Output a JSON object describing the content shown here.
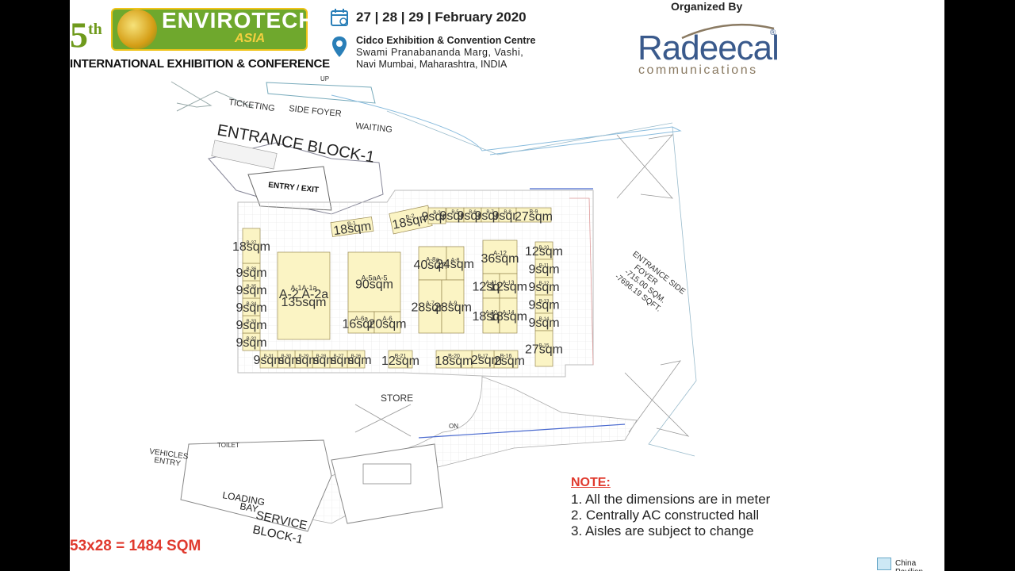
{
  "header": {
    "edition": "5",
    "edition_suffix": "th",
    "event_name": "ENVIROTECH",
    "event_sub": "ASIA",
    "event_tagline": "INTERNATIONAL EXHIBITION & CONFERENCE",
    "dates": "27 | 28 | 29 | February 2020",
    "venue_name": "Cidco Exhibition & Convention Centre",
    "venue_line2": "Swami Pranabananda Marg, Vashi,",
    "venue_line3": "Navi Mumbai, Maharashtra, INDIA",
    "organized_by": "Organized By",
    "organizer_name": "Radeecal",
    "organizer_sub": "communications",
    "organizer_reg": "®"
  },
  "floorplan": {
    "labels": {
      "up": "UP",
      "ticketing": "TICKETING",
      "side_foyer": "SIDE FOYER",
      "waiting": "WAITING",
      "entrance_block": "ENTRANCE BLOCK-1",
      "entry_exit": "ENTRY / EXIT",
      "entrance_side_foyer_1": "ENTRANCE SIDE",
      "entrance_side_foyer_2": "FOYER",
      "entrance_side_foyer_3": "-715.00 SQM.",
      "entrance_side_foyer_4": "-7696.19 SQFT.",
      "store": "STORE",
      "on": "ON",
      "toilet": "TOILET",
      "vehicles_1": "VEHICLES",
      "vehicles_2": "ENTRY",
      "loading": "LOADING",
      "bay": "BAY",
      "service": "SERVICE",
      "block": "BLOCK-1"
    },
    "booths": [
      {
        "id": "B-1",
        "size": "18sqm"
      },
      {
        "id": "B-2",
        "size": "18sqm"
      },
      {
        "id": "B-3",
        "size": "9sqm"
      },
      {
        "id": "B-5",
        "size": "9sqm"
      },
      {
        "id": "B-6",
        "size": "9sqm"
      },
      {
        "id": "B-7",
        "size": "9sqm"
      },
      {
        "id": "B-8",
        "size": "9sqm"
      },
      {
        "id": "B-9",
        "size": "27sqm"
      },
      {
        "id": "B-10",
        "size": "12sqm"
      },
      {
        "id": "B-11",
        "size": "9sqm"
      },
      {
        "id": "B-12",
        "size": "9sqm"
      },
      {
        "id": "B-13",
        "size": "9sqm"
      },
      {
        "id": "B-14",
        "size": "9sqm"
      },
      {
        "id": "B-15",
        "size": "27sqm"
      },
      {
        "id": "B-16",
        "size": "12sqm"
      },
      {
        "id": "B-17",
        "size": "12sqm"
      },
      {
        "id": "B-20",
        "size": "18sqm"
      },
      {
        "id": "B-21",
        "size": "12sqm"
      },
      {
        "id": "B-26",
        "size": "9sqm"
      },
      {
        "id": "B-27",
        "size": "9sqm"
      },
      {
        "id": "B-28",
        "size": "9sqm"
      },
      {
        "id": "B-29",
        "size": "9sqm"
      },
      {
        "id": "B-30",
        "size": "9sqm"
      },
      {
        "id": "B-31",
        "size": "9sqm"
      },
      {
        "id": "B-32",
        "size": "9sqm"
      },
      {
        "id": "B-33",
        "size": "9sqm"
      },
      {
        "id": "B-34",
        "size": "9sqm"
      },
      {
        "id": "B-35",
        "size": "9sqm"
      },
      {
        "id": "B-36",
        "size": "9sqm"
      },
      {
        "id": "B-37",
        "size": "18sqm"
      },
      {
        "id": "A-1A-1a",
        "size": "135sqm",
        "extra": "A-2 A-2a"
      },
      {
        "id": "A-5aA-5",
        "size": "90sqm"
      },
      {
        "id": "A-6a",
        "size": "16sqm"
      },
      {
        "id": "A-6",
        "size": "20sqm"
      },
      {
        "id": "A-8a",
        "size": "40sqm"
      },
      {
        "id": "A-8",
        "size": "24sqm"
      },
      {
        "id": "A-7",
        "size": "28sqm"
      },
      {
        "id": "A-9",
        "size": "28sqm"
      },
      {
        "id": "A-12",
        "size": "36sqm"
      },
      {
        "id": "A-11",
        "size": "12sqm"
      },
      {
        "id": "A-13",
        "size": "12sqm"
      },
      {
        "id": "A-10",
        "size": "18sqm"
      },
      {
        "id": "A-14",
        "size": "18sqm"
      }
    ]
  },
  "notes": {
    "title": "NOTE:",
    "items": [
      "1. All the dimensions are in meter",
      "2. Centrally AC constructed hall",
      "3. Aisles are subject to change"
    ]
  },
  "area_label": "53x28 = 1484 SQM",
  "legend": {
    "label": "China Pavilion",
    "color": "#cde8f5"
  },
  "colors": {
    "booth_fill": "#fbf4c4",
    "booth_stroke": "#9a8a55",
    "accent_red": "#e03a2e",
    "brand_green": "#6fa82d",
    "organizer_blue": "#3a5a8c"
  }
}
